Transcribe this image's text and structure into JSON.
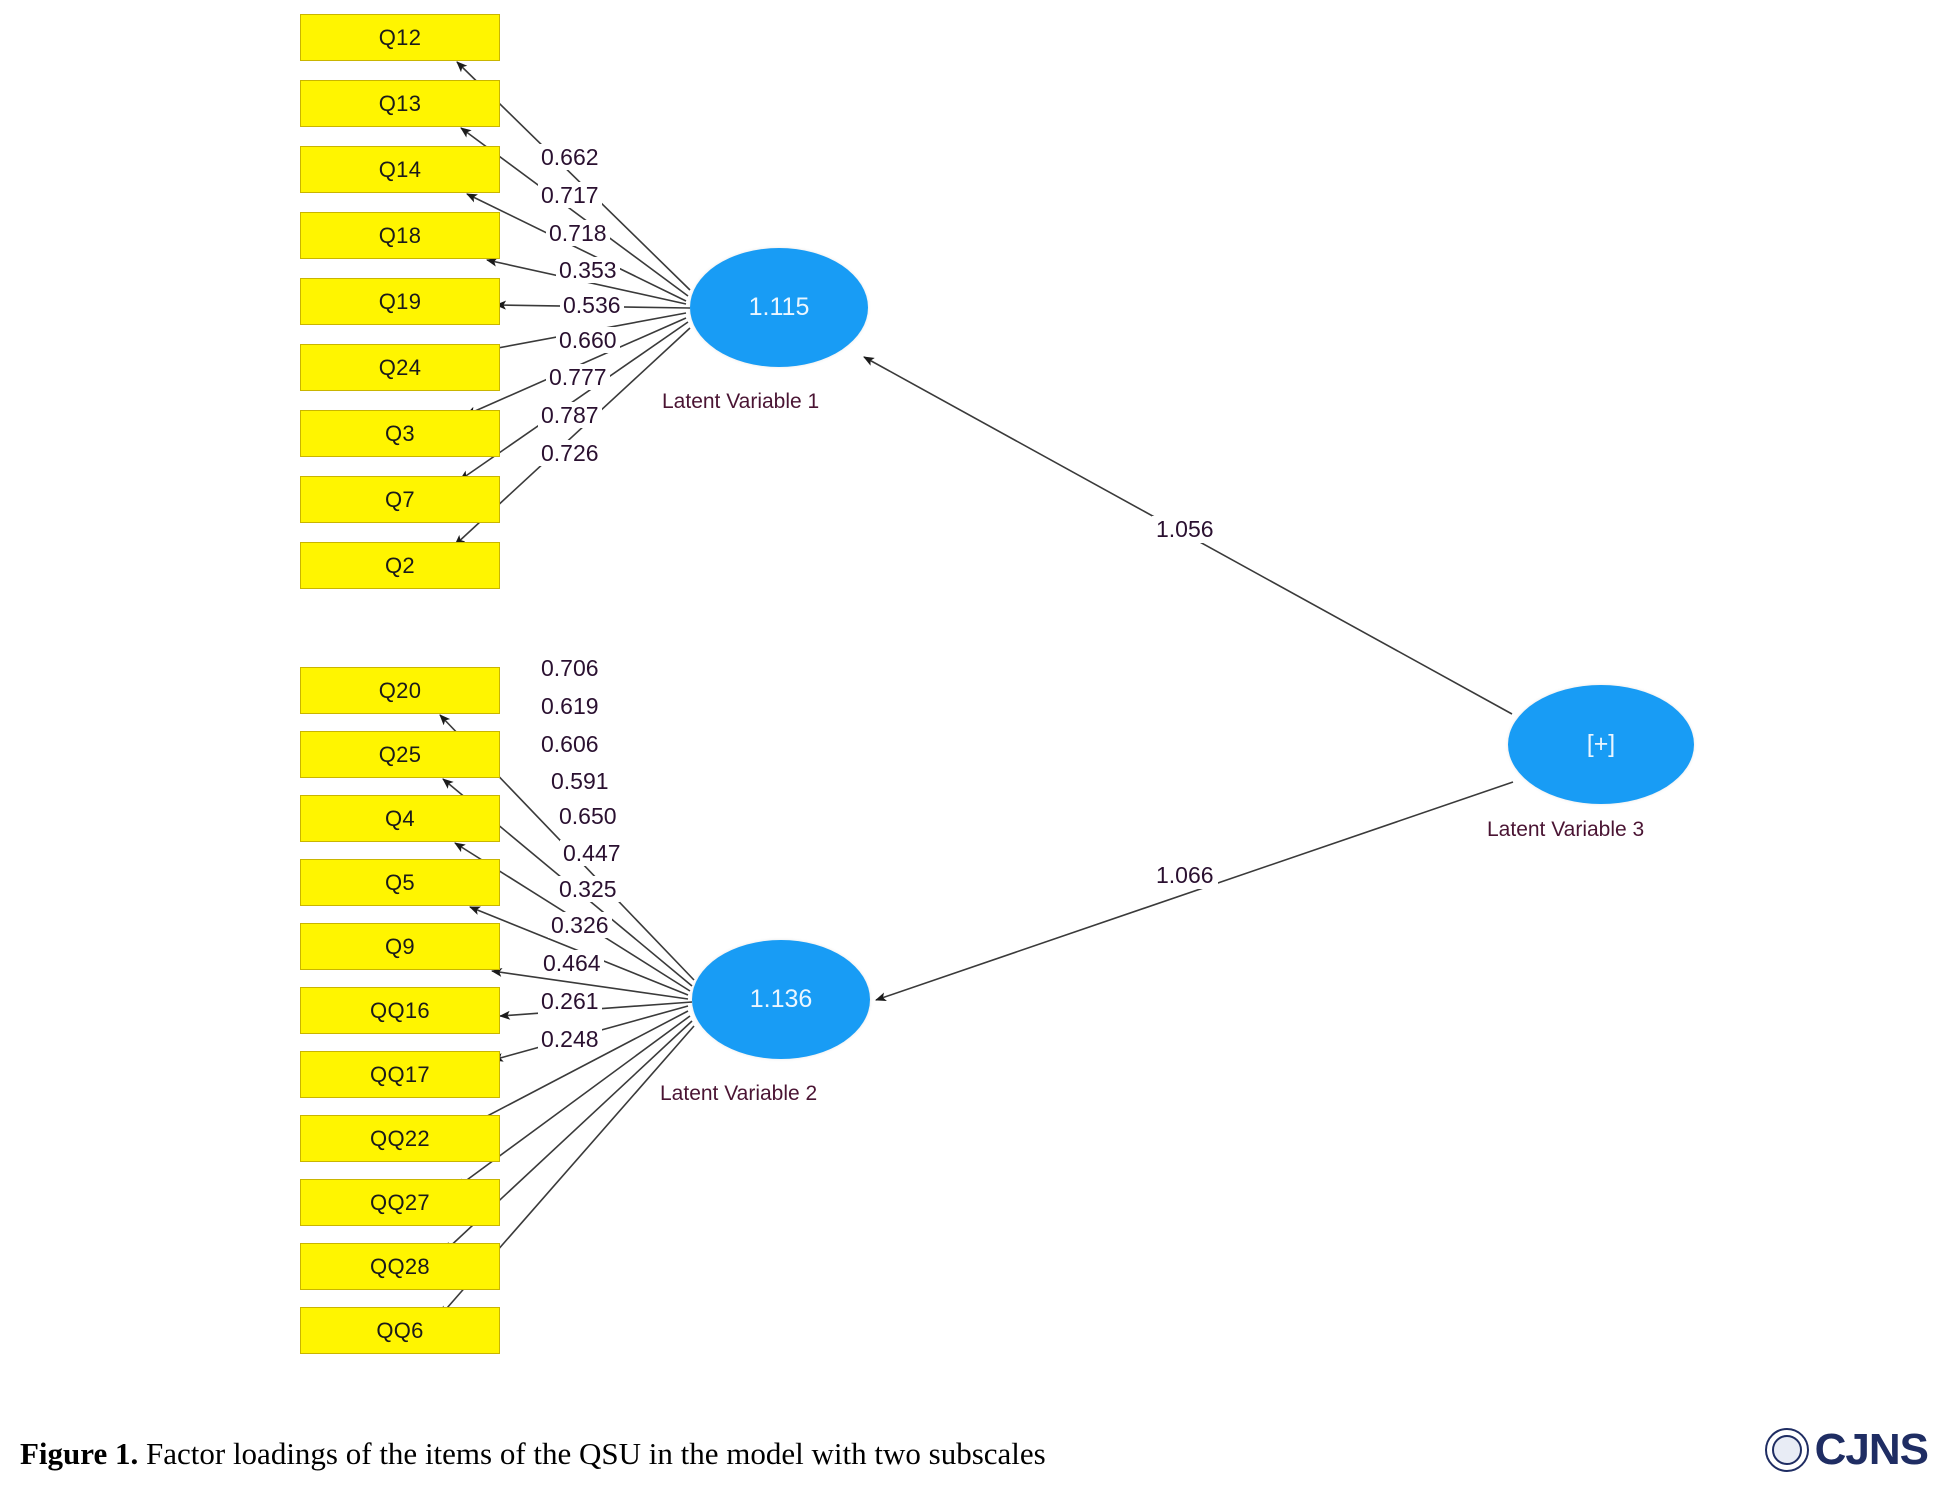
{
  "figure": {
    "caption_label": "Figure 1.",
    "caption_text": " Factor loadings of the items of the QSU in the model with two subscales"
  },
  "branding": {
    "logo_text": "CJNS",
    "logo_icon": "globe-emblem-icon",
    "logo_color": "#1F2D63"
  },
  "colors": {
    "indicator_fill": "#FFF500",
    "indicator_border": "#C9B500",
    "latent_fill": "#189CF5",
    "latent_text": "#EAF6FF",
    "label_text": "#2A1030",
    "edge": "#3a3a3a"
  },
  "chart_data": {
    "type": "diagram",
    "title": "Factor loadings of the items of the QSU in the model with two subscales",
    "diagram_kind": "structural-equation-model-path-diagram",
    "nodes": {
      "latent": [
        {
          "id": "LV1",
          "value": "1.115",
          "caption": "Latent Variable 1"
        },
        {
          "id": "LV2",
          "value": "1.136",
          "caption": "Latent Variable 2"
        },
        {
          "id": "LV3",
          "value": "[+]",
          "caption": "Latent Variable 3"
        }
      ]
    },
    "factors": [
      {
        "id": "LV1",
        "value": "1.115",
        "caption": "Latent Variable 1",
        "indicators": [
          "Q12",
          "Q13",
          "Q14",
          "Q18",
          "Q19",
          "Q24",
          "Q3",
          "Q7",
          "Q2"
        ],
        "loadings": [
          0.662,
          0.717,
          0.718,
          0.353,
          0.536,
          0.66,
          0.777,
          0.787,
          0.726
        ],
        "loading_labels": [
          "0.662",
          "0.717",
          "0.718",
          "0.353",
          "0.536",
          "0.660",
          "0.777",
          "0.787",
          "0.726"
        ]
      },
      {
        "id": "LV2",
        "value": "1.136",
        "caption": "Latent Variable 2",
        "indicators": [
          "Q20",
          "Q25",
          "Q4",
          "Q5",
          "Q9",
          "QQ16",
          "QQ17",
          "QQ22",
          "QQ27",
          "QQ28",
          "QQ6"
        ],
        "loadings": [
          0.706,
          0.619,
          0.606,
          0.591,
          0.65,
          0.447,
          0.325,
          0.326,
          0.464,
          0.261,
          0.248
        ],
        "loading_labels": [
          "0.706",
          "0.619",
          "0.606",
          "0.591",
          "0.650",
          "0.447",
          "0.325",
          "0.326",
          "0.464",
          "0.261",
          "0.248"
        ]
      }
    ],
    "structural_paths": [
      {
        "from": "LV3",
        "to": "LV1",
        "value": 1.056,
        "label": "1.056"
      },
      {
        "from": "LV3",
        "to": "LV2",
        "value": 1.066,
        "label": "1.066"
      }
    ]
  },
  "group1": {
    "boxes": [
      {
        "label": "Q12"
      },
      {
        "label": "Q13"
      },
      {
        "label": "Q14"
      },
      {
        "label": "Q18"
      },
      {
        "label": "Q19"
      },
      {
        "label": "Q24"
      },
      {
        "label": "Q3"
      },
      {
        "label": "Q7"
      },
      {
        "label": "Q2"
      }
    ],
    "loadings": [
      {
        "label": "0.662"
      },
      {
        "label": "0.717"
      },
      {
        "label": "0.718"
      },
      {
        "label": "0.353"
      },
      {
        "label": "0.536"
      },
      {
        "label": "0.660"
      },
      {
        "label": "0.777"
      },
      {
        "label": "0.787"
      },
      {
        "label": "0.726"
      }
    ],
    "latent_value": "1.115",
    "latent_caption": "Latent Variable 1"
  },
  "group2": {
    "boxes": [
      {
        "label": "Q20"
      },
      {
        "label": "Q25"
      },
      {
        "label": "Q4"
      },
      {
        "label": "Q5"
      },
      {
        "label": "Q9"
      },
      {
        "label": "QQ16"
      },
      {
        "label": "QQ17"
      },
      {
        "label": "QQ22"
      },
      {
        "label": "QQ27"
      },
      {
        "label": "QQ28"
      },
      {
        "label": "QQ6"
      }
    ],
    "loadings": [
      {
        "label": "0.706"
      },
      {
        "label": "0.619"
      },
      {
        "label": "0.606"
      },
      {
        "label": "0.591"
      },
      {
        "label": "0.650"
      },
      {
        "label": "0.447"
      },
      {
        "label": "0.325"
      },
      {
        "label": "0.326"
      },
      {
        "label": "0.464"
      },
      {
        "label": "0.261"
      },
      {
        "label": "0.248"
      }
    ],
    "latent_value": "1.136",
    "latent_caption": "Latent Variable 2"
  },
  "group3": {
    "latent_value": "[+]",
    "latent_caption": "Latent Variable 3"
  },
  "paths": {
    "lv3_to_lv1": "1.056",
    "lv3_to_lv2": "1.066"
  }
}
